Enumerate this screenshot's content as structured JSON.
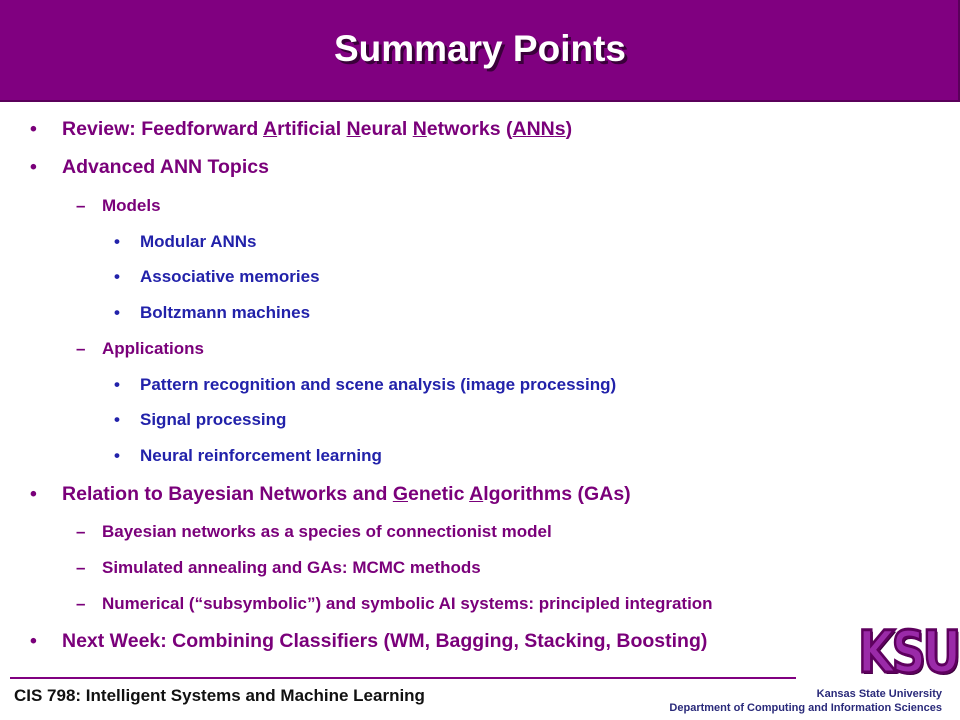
{
  "title": "Summary Points",
  "bullets": [
    {
      "level": 1,
      "text": "Review: Feedforward Artificial Neural Networks (ANNs)"
    },
    {
      "level": 1,
      "text": "Advanced ANN Topics"
    },
    {
      "level": 2,
      "text": "Models"
    },
    {
      "level": 3,
      "text": "Modular ANNs"
    },
    {
      "level": 3,
      "text": "Associative memories"
    },
    {
      "level": 3,
      "text": "Boltzmann machines"
    },
    {
      "level": 2,
      "text": "Applications"
    },
    {
      "level": 3,
      "text": "Pattern recognition and scene analysis (image processing)"
    },
    {
      "level": 3,
      "text": "Signal processing"
    },
    {
      "level": 3,
      "text": "Neural reinforcement learning"
    },
    {
      "level": 1,
      "text": "Relation to Bayesian Networks and Genetic Algorithms (GAs)"
    },
    {
      "level": 2,
      "text": "Bayesian networks as a species of connectionist model"
    },
    {
      "level": 2,
      "text": "Simulated annealing and GAs: MCMC methods"
    },
    {
      "level": 2,
      "text": "Numerical (“subsymbolic”) and symbolic AI systems: principled integration"
    },
    {
      "level": 1,
      "text": "Next Week: Combining Classifiers (WM, Bagging, Stacking, Boosting)"
    }
  ],
  "bullet_glyph": "•",
  "dash_glyph": "–",
  "logo_text": "KSU",
  "footer": {
    "course": "CIS 798: Intelligent Systems and Machine Learning",
    "university": "Kansas State University",
    "department": "Department of Computing and Information Sciences"
  },
  "colors": {
    "title_bar": "#800080",
    "body_text": "#7a007a",
    "logo": "#9a2aa8"
  }
}
